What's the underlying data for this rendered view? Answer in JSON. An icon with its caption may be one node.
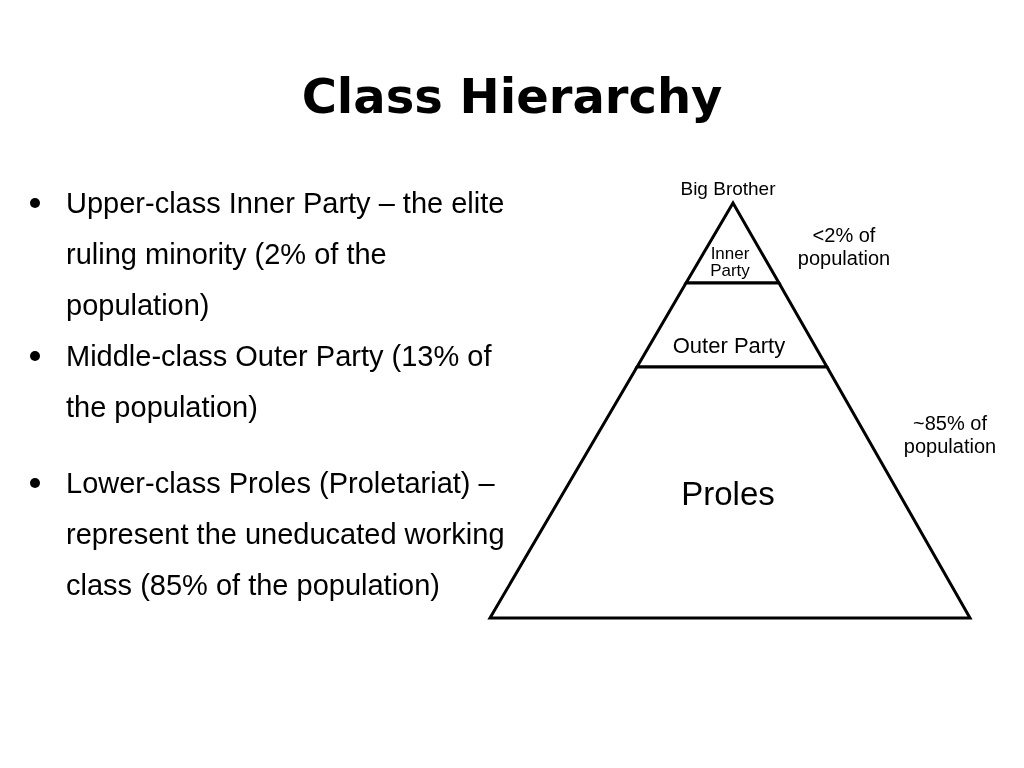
{
  "diagram": {
    "title": "Class Hierarchy",
    "nodes": [
      {
        "text": [
          "Inner Party"
        ],
        "beside": [
          "<2% of population"
        ]
      },
      {
        "text": [
          "Outer Party"
        ]
      },
      {
        "text": [
          "Proles"
        ],
        "beside": [
          "~85% of population"
        ]
      }
    ],
    "labels": [
      "Upper-class Inner Party – the elite ruling minority (2% of the population)",
      "Middle-class Outer Party (13% of the population)",
      "Lower-class Proles (Proletariat) – represent the uneducated working class (85% of the population)",
      "Big Brother"
    ]
  }
}
